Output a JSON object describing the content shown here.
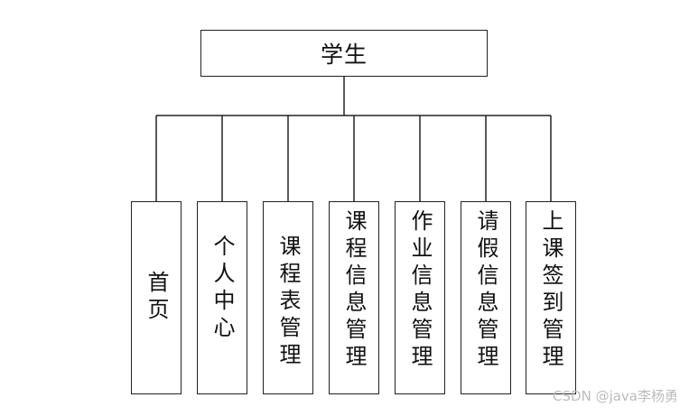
{
  "root": {
    "label": "学生"
  },
  "children": [
    {
      "label": "首页"
    },
    {
      "label": "个人中心"
    },
    {
      "label": "课程表管理"
    },
    {
      "label": "课程信息管理"
    },
    {
      "label": "作业信息管理"
    },
    {
      "label": "请假信息管理"
    },
    {
      "label": "上课签到管理"
    }
  ],
  "watermark": {
    "text": "CSDN @java李杨勇"
  },
  "colors": {
    "line": "#222222",
    "box_border": "#222222",
    "text": "#111111",
    "watermark": "#bcbcbc"
  }
}
